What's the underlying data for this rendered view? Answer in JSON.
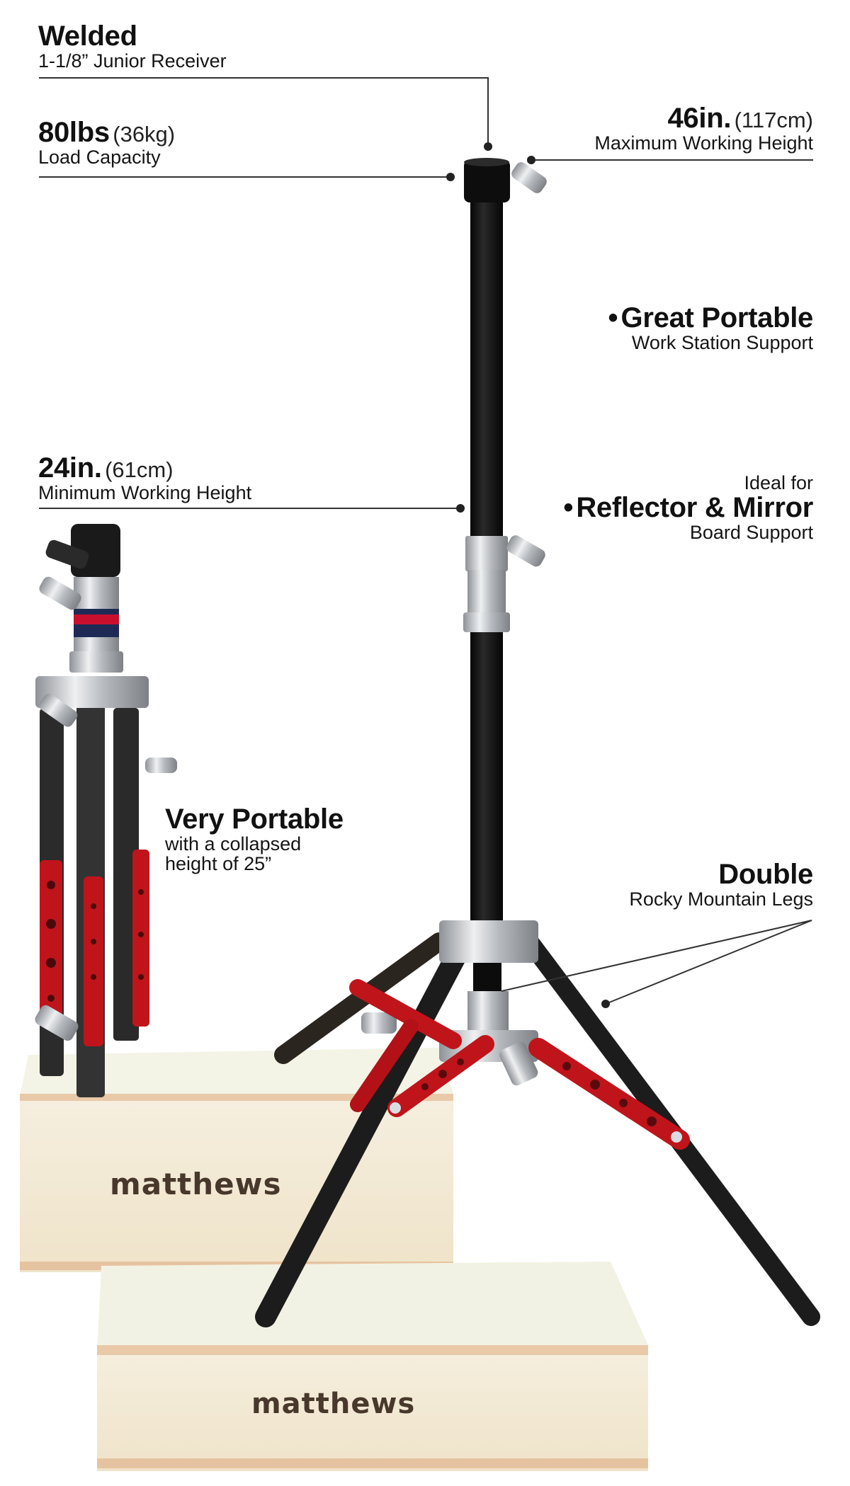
{
  "callouts": {
    "receiver": {
      "title": "Welded",
      "subtitle": "1-1/8” Junior Receiver"
    },
    "load": {
      "title": "80lbs",
      "title_metric": "(36kg)",
      "subtitle": "Load Capacity"
    },
    "max_height": {
      "title": "46in.",
      "title_metric": "(117cm)",
      "subtitle": "Maximum Working Height"
    },
    "work_station": {
      "bullet": "•",
      "title": "Great Portable",
      "subtitle": "Work Station Support"
    },
    "min_height": {
      "title": "24in.",
      "title_metric": "(61cm)",
      "subtitle": "Minimum Working Height"
    },
    "reflector": {
      "pretitle": "Ideal for",
      "bullet": "•",
      "title": "Reflector & Mirror",
      "subtitle": "Board Support"
    },
    "portable": {
      "title": "Very Portable",
      "subtitle_line1": "with a collapsed",
      "subtitle_line2": "height of 25”"
    },
    "legs": {
      "title": "Double",
      "subtitle": "Rocky Mountain Legs"
    }
  },
  "boxes": {
    "upper_brand": "matthews",
    "lower_brand": "matthews"
  },
  "colors": {
    "text": "#111111",
    "leader_line": "#333333",
    "pole_black": "#111111",
    "leg_black": "#1c1c1c",
    "aluminum": "#c9ccd0",
    "brace_red": "#c0141b",
    "plywood_face": "#f3ead6",
    "plywood_top": "#f2f2e4",
    "plywood_edge": "#e6c7a6"
  }
}
